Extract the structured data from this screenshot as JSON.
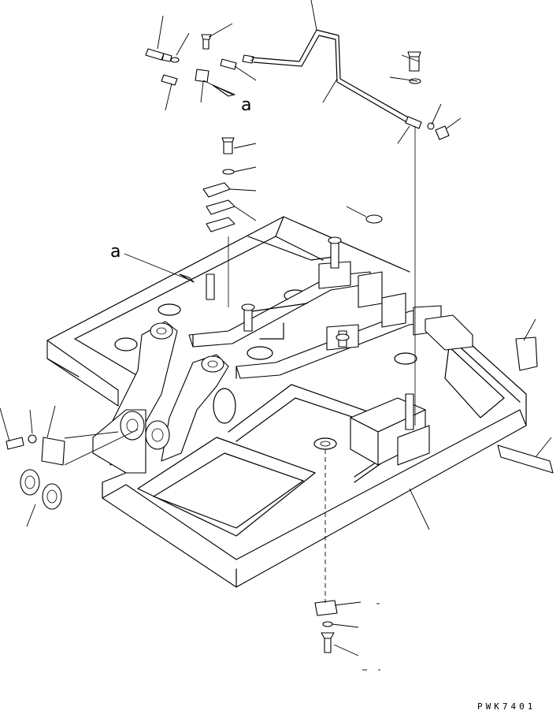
{
  "diagram": {
    "view_labels": {
      "a_top": "a",
      "a_left": "a"
    },
    "drawing_code": "PWK7401",
    "colors": {
      "line": "#000000",
      "background": "#ffffff"
    }
  }
}
